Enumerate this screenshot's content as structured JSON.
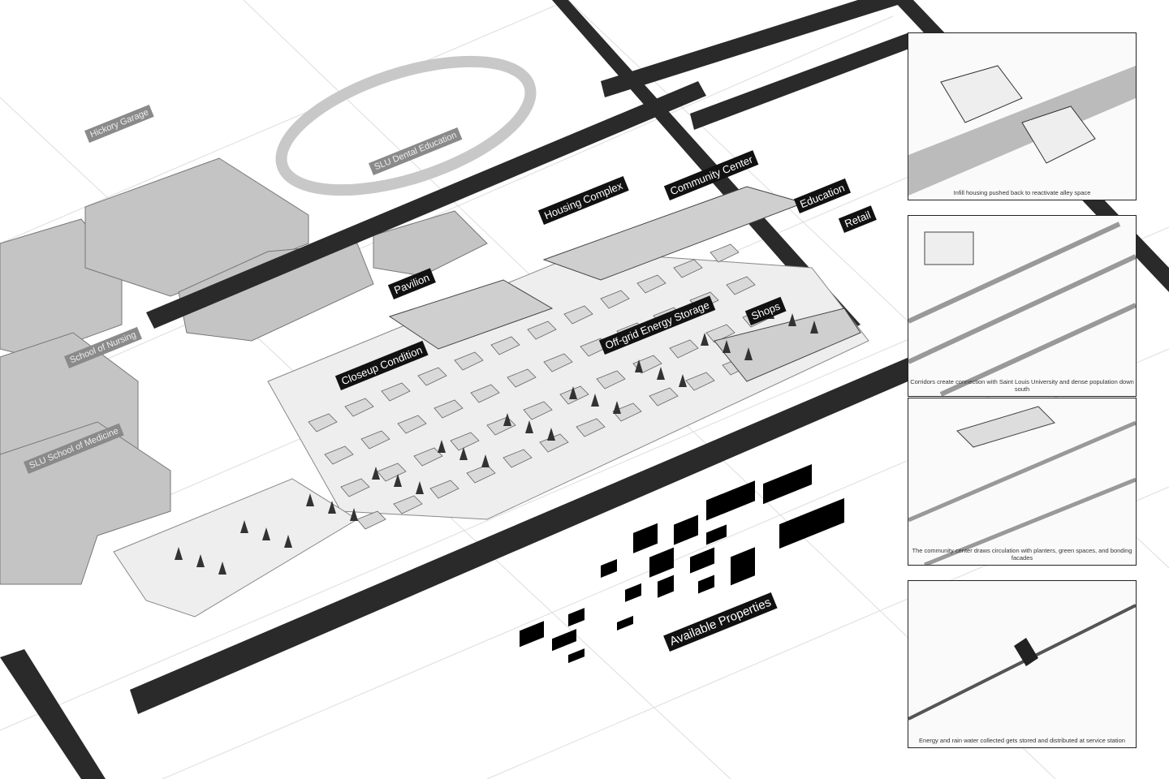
{
  "labels": {
    "hickory_garage": "Hickory Garage",
    "slu_dental": "SLU Dental Education",
    "school_nursing": "School of Nursing",
    "school_medicine": "SLU School of Medicine",
    "housing_complex": "Housing Complex",
    "community_center": "Community Center",
    "education": "Education",
    "retail": "Retail",
    "pavilion": "Pavilion",
    "energy_storage": "Off-grid Energy Storage",
    "shops": "Shops",
    "closeup": "Closeup Condition",
    "available_properties": "Available Properties"
  },
  "insets": [
    {
      "caption": "Infill housing pushed back to reactivate alley space"
    },
    {
      "caption": "Corridors create connection with Saint Louis University and dense population down south"
    },
    {
      "caption": "The community center draws circulation with planters, green spaces, and bonding facades"
    },
    {
      "caption": "Energy and rain water collected gets stored and distributed at service station"
    }
  ],
  "colors": {
    "road": "#2a2a2a",
    "building": "#bdbdbd",
    "highlight": "#000000"
  }
}
